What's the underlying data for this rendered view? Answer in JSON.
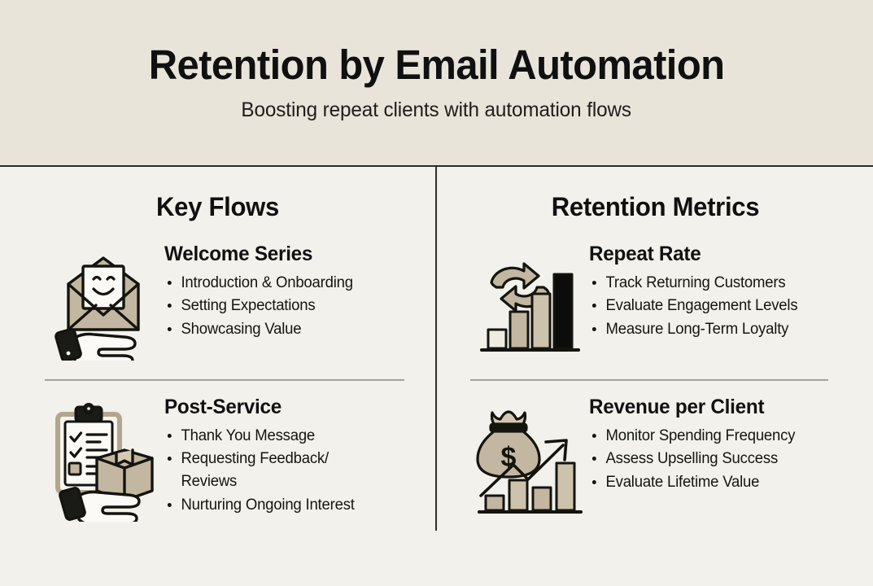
{
  "header": {
    "title": "Retention by Email Automation",
    "subtitle": "Boosting repeat clients with automation flows"
  },
  "palette": {
    "header_bg": "#e8e4da",
    "body_bg": "#f2f1ec",
    "ink": "#141414",
    "tan": "#c3b7a1",
    "tan_light": "#d2c8b4",
    "cream": "#efece2",
    "divider": "#2c2c28",
    "rule": "#8e8c85"
  },
  "columns": [
    {
      "id": "key-flows",
      "title": "Key Flows",
      "items": [
        {
          "id": "welcome-series",
          "icon": "open-envelope-smiley-in-hand-icon",
          "heading": "Welcome Series",
          "bullets": [
            "Introduction & Onboarding",
            "Setting Expectations",
            "Showcasing Value"
          ]
        },
        {
          "id": "post-service",
          "icon": "clipboard-checklist-package-in-hand-icon",
          "heading": "Post-Service",
          "bullets": [
            "Thank You Message",
            "Requesting Feedback/ Reviews",
            "Nurturing Ongoing Interest"
          ]
        }
      ]
    },
    {
      "id": "retention-metrics",
      "title": "Retention Metrics",
      "items": [
        {
          "id": "repeat-rate",
          "icon": "recycle-arrows-bar-chart-icon",
          "heading": "Repeat Rate",
          "bullets": [
            "Track Returning Customers",
            "Evaluate Engagement Levels",
            "Measure Long-Term Loyalty"
          ]
        },
        {
          "id": "revenue-per-client",
          "icon": "money-bag-growth-chart-icon",
          "heading": "Revenue per Client",
          "bullets": [
            "Monitor Spending Frequency",
            "Assess Upselling Success",
            "Evaluate Lifetime Value"
          ]
        }
      ]
    }
  ]
}
